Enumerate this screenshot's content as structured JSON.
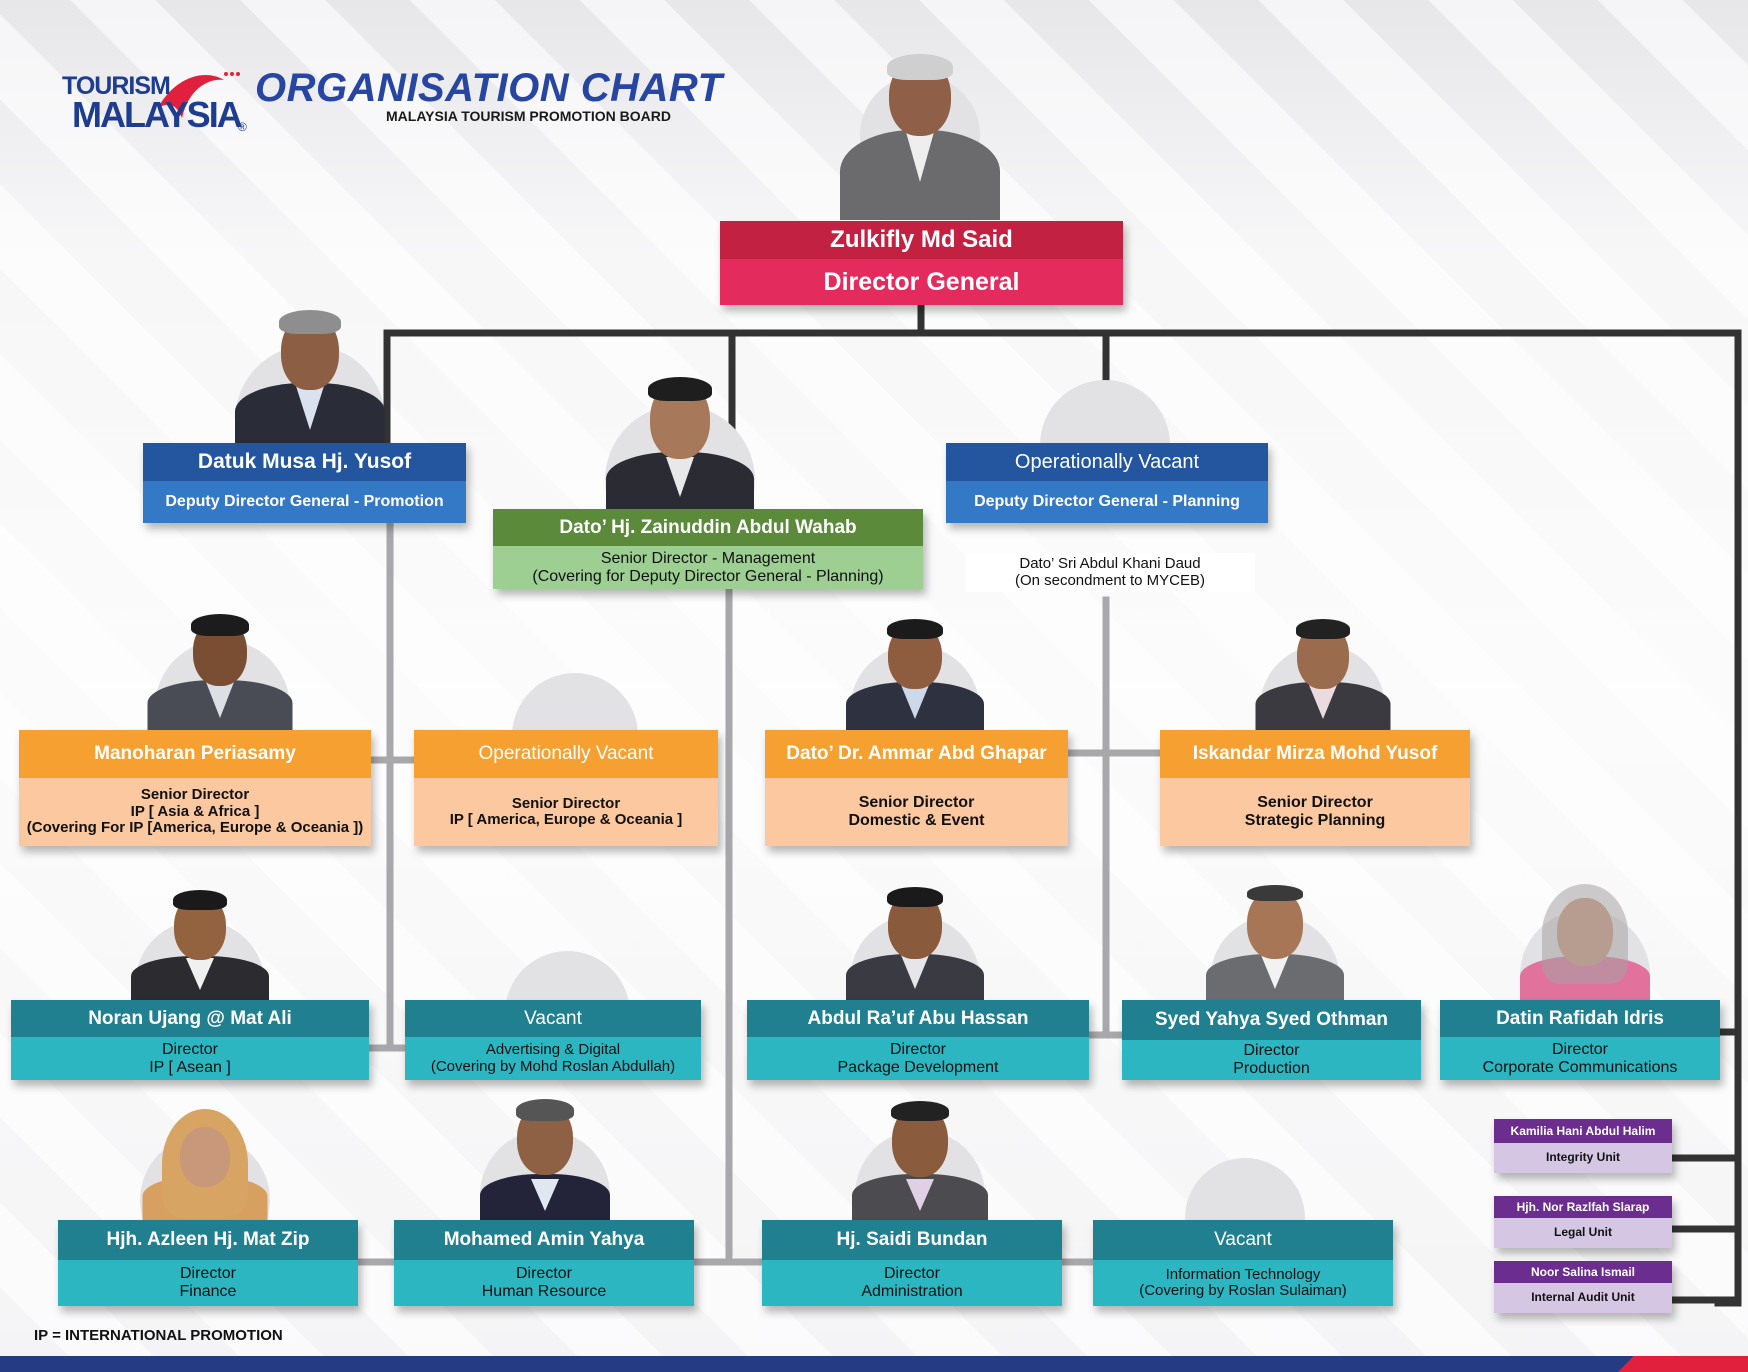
{
  "header": {
    "logo_line1": "TOURISM",
    "logo_line2": "MALAYSIA",
    "logo_reg": "®",
    "title": "ORGANISATION CHART",
    "subtitle": "MALAYSIA TOURISM PROMOTION BOARD"
  },
  "colors": {
    "red_dark": "#c32142",
    "red": "#e32c5d",
    "blue_dark": "#2456a0",
    "blue": "#3479c5",
    "green_dark": "#5b8a3a",
    "green": "#9ccf91",
    "orange": "#f5a030",
    "peach": "#fbc8a0",
    "teal_dark": "#21808f",
    "teal": "#2bb6c2",
    "purple_dark": "#6b2d8e",
    "purple": "#d5c7e4",
    "connector_dark": "#333333",
    "connector_grey": "#a8a8aa"
  },
  "dg": {
    "name": "Zulkifly Md Said",
    "role": "Director General"
  },
  "ddg_promotion": {
    "name": "Datuk Musa Hj. Yusof",
    "role": "Deputy Director General - Promotion"
  },
  "sd_management": {
    "name": "Dato’ Hj. Zainuddin Abdul Wahab",
    "role1": "Senior Director - Management",
    "role2": "(Covering for Deputy Director General - Planning)"
  },
  "ddg_planning": {
    "name": "Operationally Vacant",
    "role": "Deputy Director General - Planning",
    "note1": "Dato’ Sri Abdul Khani Daud",
    "note2": "(On secondment to MYCEB)"
  },
  "senior_directors": {
    "manoharan": {
      "name": "Manoharan Periasamy",
      "role1": "Senior Director",
      "role2": "IP [ Asia & Africa ]",
      "role3": "(Covering For IP [America, Europe & Oceania ])"
    },
    "vacant_ip": {
      "name": "Operationally Vacant",
      "role1": "Senior Director",
      "role2": "IP [ America, Europe & Oceania ]"
    },
    "ammar": {
      "name": "Dato’ Dr. Ammar Abd Ghapar",
      "role1": "Senior Director",
      "role2": "Domestic & Event"
    },
    "iskandar": {
      "name": "Iskandar Mirza Mohd Yusof",
      "role1": "Senior Director",
      "role2": "Strategic Planning"
    }
  },
  "directors_row1": {
    "noran": {
      "name": "Noran Ujang @ Mat Ali",
      "role1": "Director",
      "role2": "IP [ Asean ]"
    },
    "adv_vacant": {
      "name": "Vacant",
      "role1": "Advertising & Digital",
      "role2": "(Covering by Mohd Roslan Abdullah)"
    },
    "abdul_rauf": {
      "name": "Abdul Ra’uf Abu Hassan",
      "role1": "Director",
      "role2": "Package Development"
    },
    "syed": {
      "name": "Syed Yahya Syed Othman",
      "role1": "Director",
      "role2": "Production"
    },
    "rafidah": {
      "name": "Datin Rafidah Idris",
      "role1": "Director",
      "role2": "Corporate Communications"
    }
  },
  "directors_row2": {
    "azleen": {
      "name": "Hjh. Azleen Hj. Mat Zip",
      "role1": "Director",
      "role2": "Finance"
    },
    "amin": {
      "name": "Mohamed Amin Yahya",
      "role1": "Director",
      "role2": "Human Resource"
    },
    "saidi": {
      "name": "Hj. Saidi Bundan",
      "role1": "Director",
      "role2": "Administration"
    },
    "it_vacant": {
      "name": "Vacant",
      "role1": "Information Technology",
      "role2": "(Covering by Roslan Sulaiman)"
    }
  },
  "units": {
    "integrity": {
      "name": "Kamilia Hani Abdul Halim",
      "role": "Integrity Unit"
    },
    "legal": {
      "name": "Hjh. Nor Razlfah Slarap",
      "role": "Legal Unit"
    },
    "audit": {
      "name": "Noor Salina Ismail",
      "role": "Internal Audit Unit"
    }
  },
  "footnote": "IP = INTERNATIONAL PROMOTION"
}
